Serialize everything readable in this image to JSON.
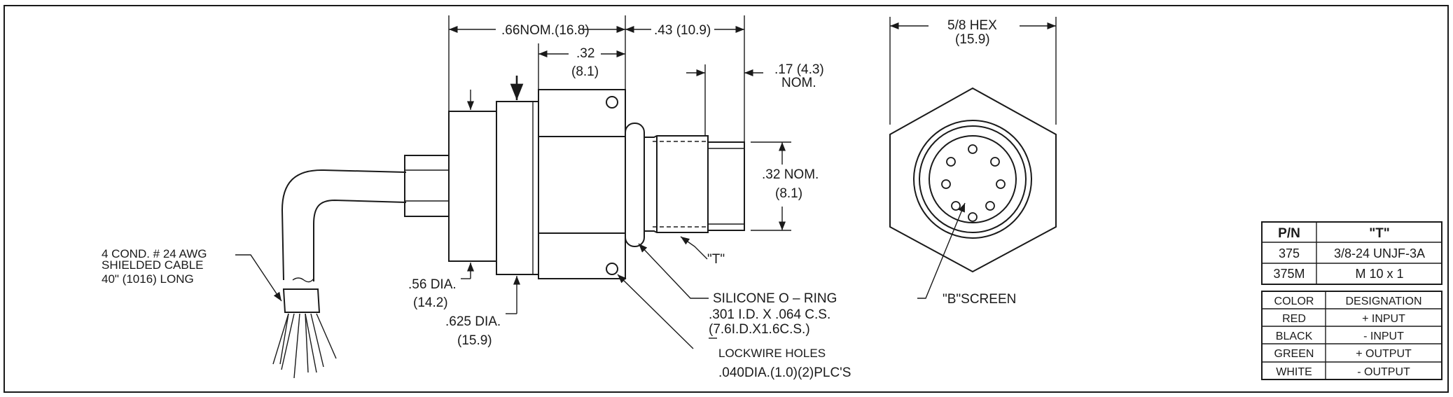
{
  "dimensions": {
    "overall_length": ".66NOM.(16.8)",
    "fitting_length": ".43 (10.9)",
    "body_width_in": ".32",
    "body_width_mm": "(8.1)",
    "nom_017": ".17 (4.3)",
    "nom_label": "NOM.",
    "thread_dia_in": ".32 NOM.",
    "thread_dia_mm": "(8.1)",
    "hex_in": "5/8 HEX",
    "hex_mm": "(15.9)",
    "dia_056": ".56 DIA.",
    "dia_056_mm": "(14.2)",
    "dia_0625": ".625 DIA.",
    "dia_0625_mm": "(15.9)"
  },
  "callouts": {
    "cable_line1": "4 COND. # 24 AWG",
    "cable_line2": "SHIELDED CABLE",
    "cable_line3": "40\" (1016) LONG",
    "thread_t": "\"T\"",
    "oring_line1": "SILICONE O – RING",
    "oring_line2": ".301 I.D. X .064 C.S.",
    "oring_line3": "(7.6I.D.X1.6C.S.)",
    "lockwire_line1": "LOCKWIRE HOLES",
    "lockwire_line2": ".040DIA.(1.0)(2)PLC'S",
    "screen": "\"B\"SCREEN"
  },
  "thread_table": {
    "headers": [
      "P/N",
      "\"T\""
    ],
    "rows": [
      [
        "375",
        "3/8-24 UNJF-3A"
      ],
      [
        "375M",
        "M 10 x 1"
      ]
    ]
  },
  "color_table": {
    "headers": [
      "COLOR",
      "DESIGNATION"
    ],
    "rows": [
      [
        "RED",
        "+ INPUT"
      ],
      [
        "BLACK",
        "- INPUT"
      ],
      [
        "GREEN",
        "+ OUTPUT"
      ],
      [
        "WHITE",
        "- OUTPUT"
      ]
    ]
  }
}
